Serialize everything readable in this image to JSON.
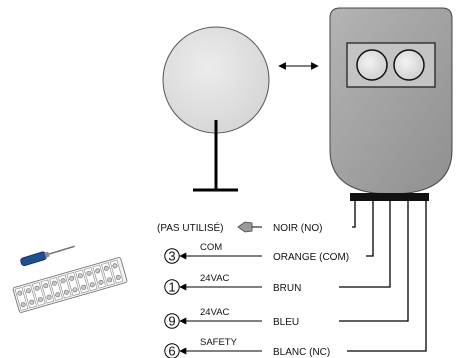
{
  "diagram": {
    "reflector": {
      "mount_icon": "post-mount-icon"
    },
    "photo_eye": {
      "lens_icons": [
        "lens-icon",
        "lens-icon"
      ]
    },
    "alignment_arrow_icon": "double-arrow-icon",
    "terminal_block_icon": "terminal-block-icon",
    "screwdriver_icon": "screwdriver-icon",
    "wires": [
      {
        "id": "noir",
        "wire_label": "NOIR (NO)",
        "terminal": "",
        "signal": "",
        "note": "(PAS UTILISÉ)"
      },
      {
        "id": "orange",
        "wire_label": "ORANGE (COM)",
        "terminal": "3",
        "signal": "COM",
        "note": ""
      },
      {
        "id": "brun",
        "wire_label": "BRUN",
        "terminal": "1",
        "signal": "24VAC",
        "note": ""
      },
      {
        "id": "bleu",
        "wire_label": "BLEU",
        "terminal": "9",
        "signal": "24VAC",
        "note": ""
      },
      {
        "id": "blanc",
        "wire_label": "BLANC (NC)",
        "terminal": "6",
        "signal": "SAFETY",
        "note": ""
      }
    ],
    "colors": {
      "reflector_fill": "#dcdcdc",
      "housing_fill": "#a6a6a6",
      "housing_window": "#c4c4c4",
      "lens_fill": "#d9d9d9",
      "line": "#000000",
      "screwdriver_handle": "#1f4f8f",
      "plug_fill": "#9a9a9a"
    }
  }
}
